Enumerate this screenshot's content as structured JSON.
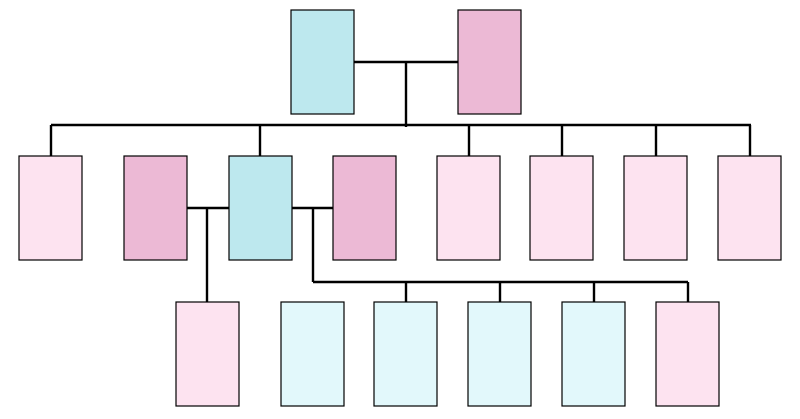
{
  "palette": {
    "male": "#bde8ee",
    "female_dark": "#ecb9d5",
    "female_light": "#fde3f0",
    "male_light": "#e2f8fb",
    "line": "#000000"
  },
  "generations": [
    {
      "id": "gen-1",
      "members": [
        {
          "id": "grandfather",
          "fill": "male"
        },
        {
          "id": "grandmother",
          "fill": "female_dark"
        }
      ]
    },
    {
      "id": "gen-2",
      "members": [
        {
          "id": "child-1",
          "fill": "female_light"
        },
        {
          "id": "child-2-spouse",
          "fill": "female_dark"
        },
        {
          "id": "child-3",
          "fill": "male"
        },
        {
          "id": "child-3-spouse",
          "fill": "female_dark"
        },
        {
          "id": "child-4",
          "fill": "female_light"
        },
        {
          "id": "child-5",
          "fill": "female_light"
        },
        {
          "id": "child-6",
          "fill": "female_light"
        },
        {
          "id": "child-7",
          "fill": "female_light"
        }
      ]
    },
    {
      "id": "gen-3",
      "members": [
        {
          "id": "grandchild-1",
          "fill": "female_light"
        },
        {
          "id": "grandchild-2",
          "fill": "male_light"
        },
        {
          "id": "grandchild-3",
          "fill": "male_light"
        },
        {
          "id": "grandchild-4",
          "fill": "male_light"
        },
        {
          "id": "grandchild-5",
          "fill": "male_light"
        },
        {
          "id": "grandchild-6",
          "fill": "female_light"
        }
      ]
    }
  ]
}
